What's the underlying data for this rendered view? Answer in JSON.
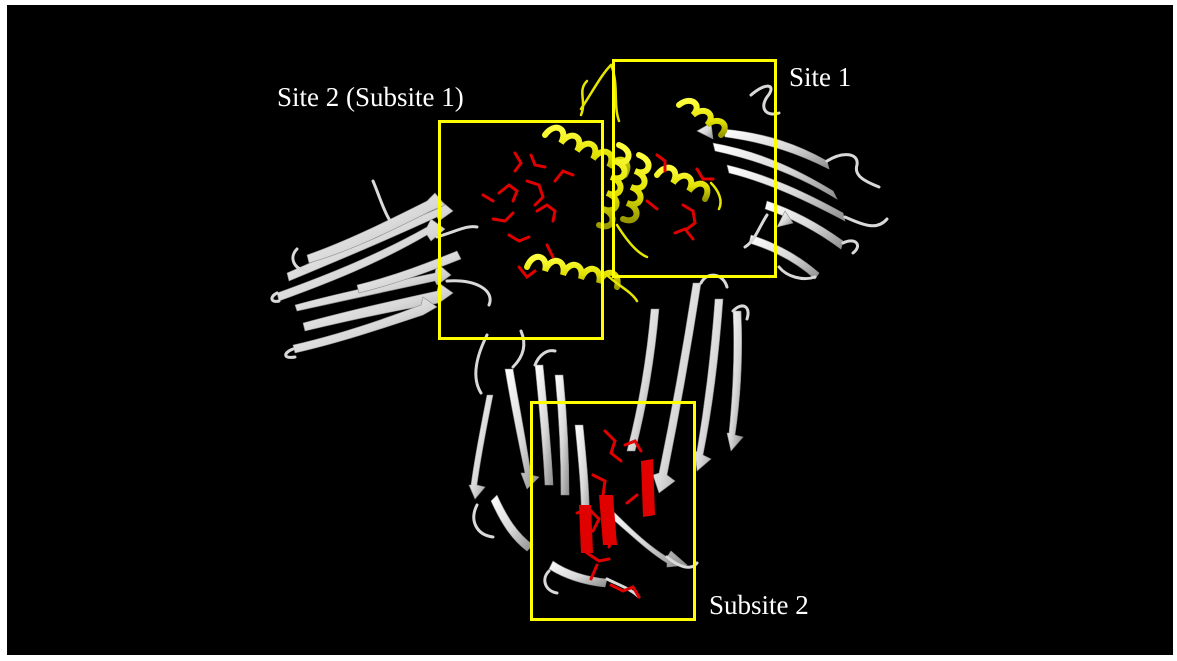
{
  "figure": {
    "background": "#000000",
    "colors": {
      "frame": "#ffff00",
      "label_text": "#ffffff",
      "ligand_helix": "#e8e800",
      "receptor_strand": "#e6e6e6",
      "binding_residues": "#e00000"
    },
    "labels": {
      "site1": "Site 1",
      "site2": "Site 2 (Subsite 1)",
      "subsite2": "Subsite 2"
    }
  }
}
